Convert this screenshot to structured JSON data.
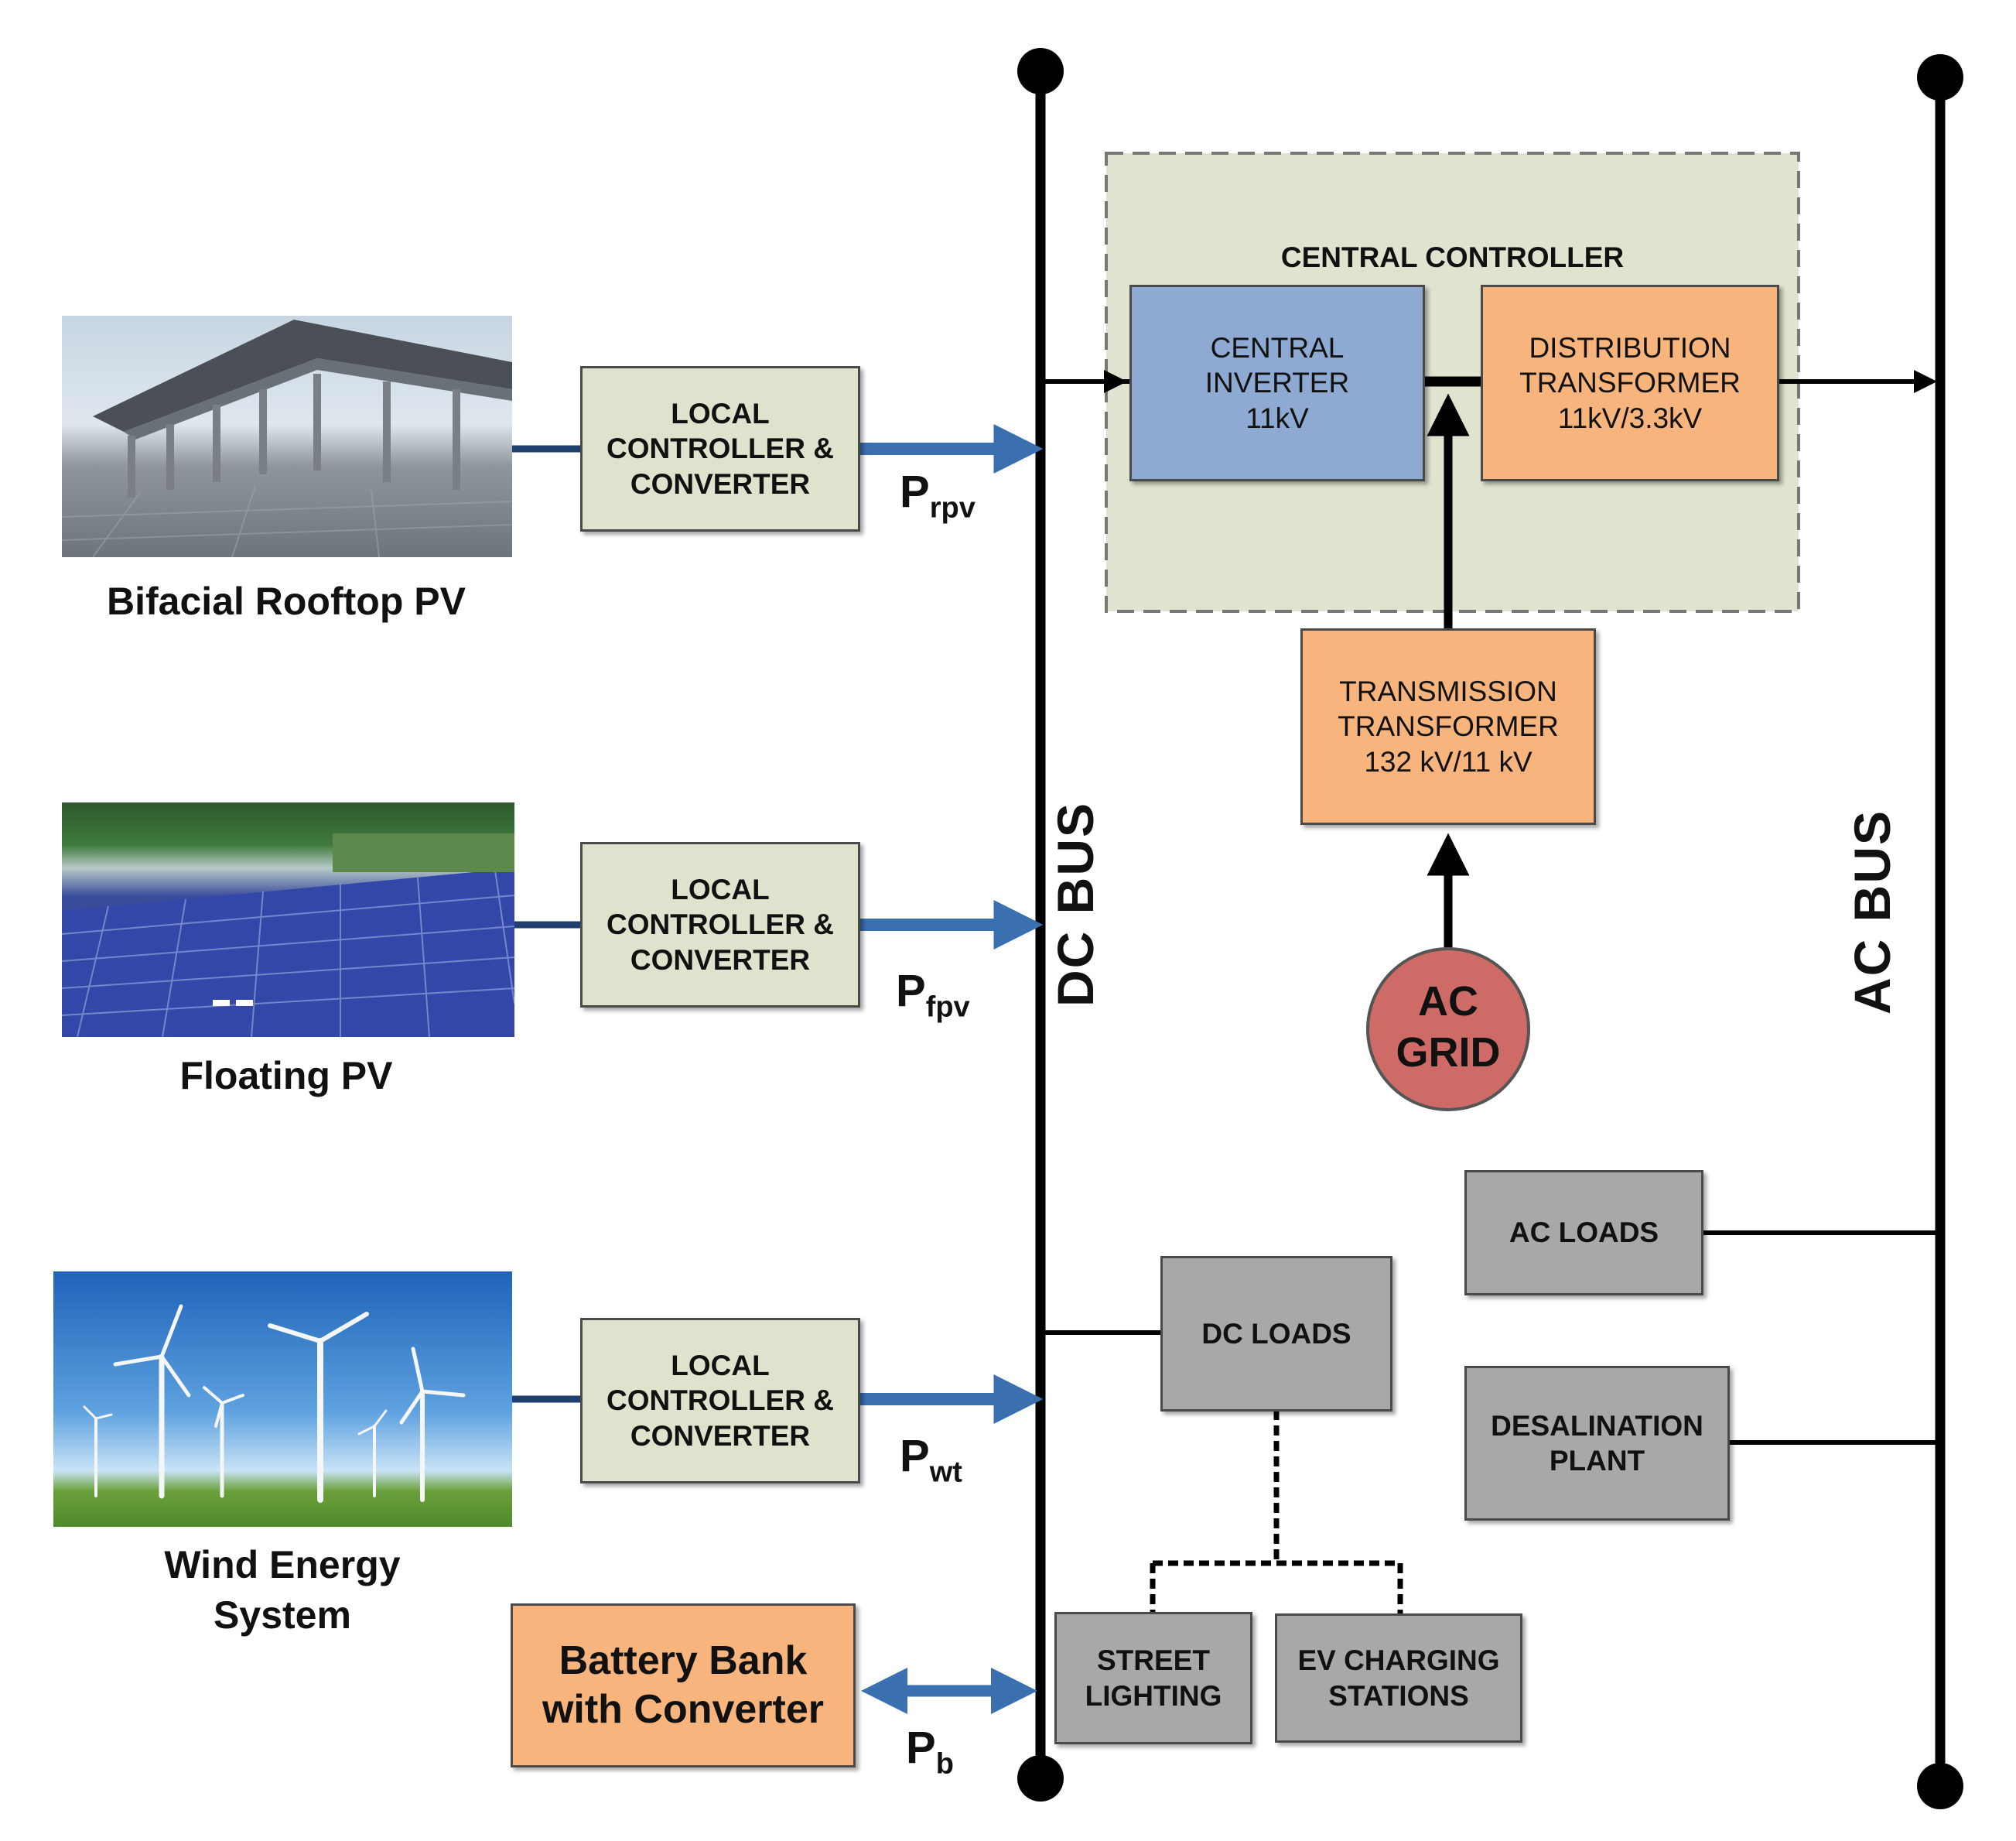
{
  "sources": [
    {
      "label": "Bifacial Rooftop PV",
      "controller": "LOCAL\nCONTROLLER &\nCONVERTER",
      "power_main": "P",
      "power_sub": "rpv"
    },
    {
      "label": "Floating PV",
      "controller": "LOCAL\nCONTROLLER &\nCONVERTER",
      "power_main": "P",
      "power_sub": "fpv"
    },
    {
      "label": "Wind Energy\nSystem",
      "controller": "LOCAL\nCONTROLLER &\nCONVERTER",
      "power_main": "P",
      "power_sub": "wt"
    }
  ],
  "battery": {
    "label": "Battery Bank\nwith Converter",
    "power_main": "P",
    "power_sub": "b"
  },
  "dc_bus": "DC BUS",
  "ac_bus": "AC BUS",
  "central_controller": {
    "title": "CENTRAL CONTROLLER",
    "inverter": "CENTRAL\nINVERTER\n11kV",
    "distribution": "DISTRIBUTION\nTRANSFORMER\n11kV/3.3kV"
  },
  "transmission": "TRANSMISSION\nTRANSFORMER\n132 kV/11 kV",
  "ac_grid": "AC\nGRID",
  "ac_loads": "AC LOADS",
  "desalination": "DESALINATION\nPLANT",
  "dc_loads": "DC LOADS",
  "street_lighting": "STREET\nLIGHTING",
  "ev_charging": "EV CHARGING\nSTATIONS",
  "colors": {
    "power_arrow": "#3a6fb0",
    "beige": "#dde3cc",
    "blue": "#8eaad2",
    "orange": "#f7b47c",
    "gray": "#a8a8a8",
    "grid": "#cf6b66"
  }
}
